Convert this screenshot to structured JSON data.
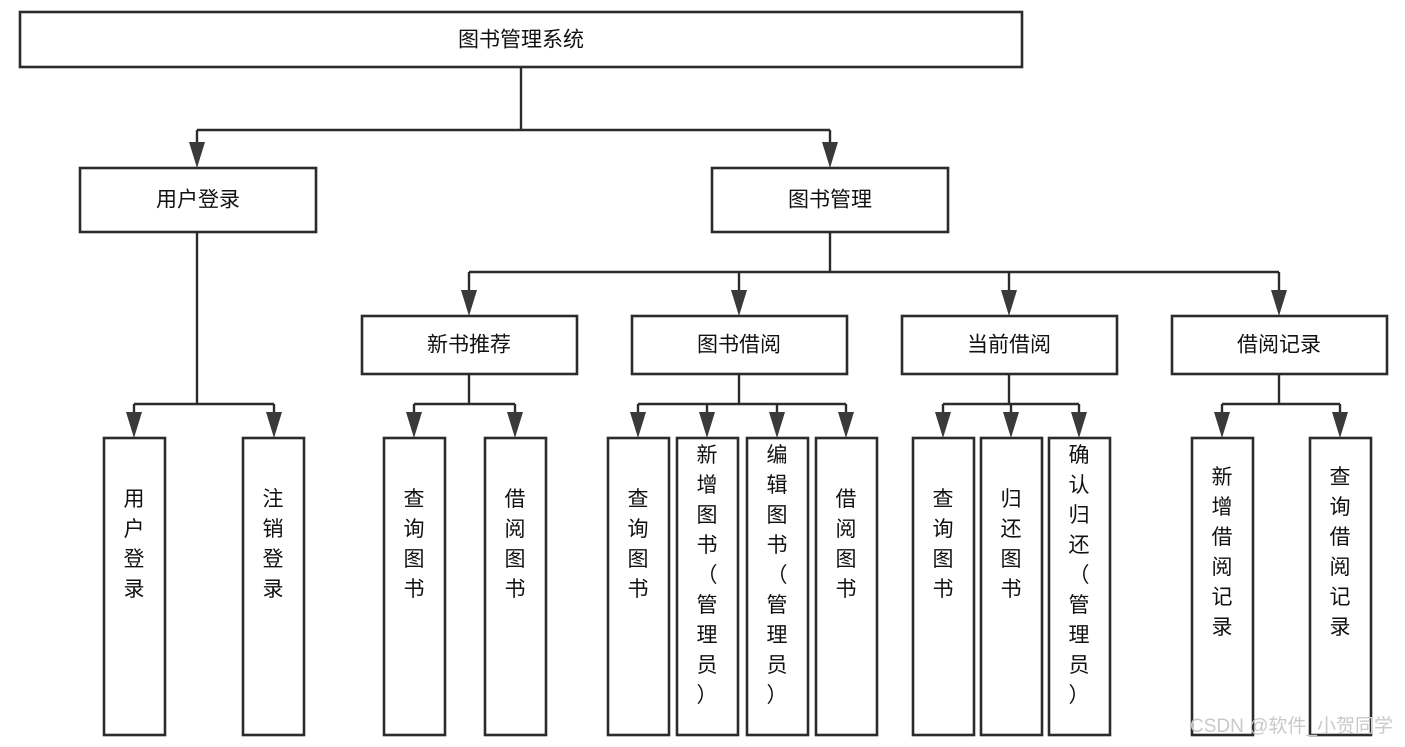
{
  "diagram": {
    "title": "图书管理系统",
    "type": "hierarchy-tree",
    "root": {
      "id": "root",
      "label": "图书管理系统",
      "level": 1
    },
    "level2": [
      {
        "id": "user-login",
        "label": "用户登录"
      },
      {
        "id": "book-manage",
        "label": "图书管理"
      }
    ],
    "level3": [
      {
        "id": "new-book-rec",
        "label": "新书推荐",
        "parent": "book-manage"
      },
      {
        "id": "book-borrow",
        "label": "图书借阅",
        "parent": "book-manage"
      },
      {
        "id": "current-borrow",
        "label": "当前借阅",
        "parent": "book-manage"
      },
      {
        "id": "borrow-record",
        "label": "借阅记录",
        "parent": "book-manage"
      }
    ],
    "leaves": {
      "user-login": [
        {
          "id": "leaf-user-login",
          "label": "用户登录"
        },
        {
          "id": "leaf-logout-login",
          "label": "注销登录"
        }
      ],
      "new-book-rec": [
        {
          "id": "leaf-query-book-1",
          "label": "查询图书"
        },
        {
          "id": "leaf-borrow-book-1",
          "label": "借阅图书"
        }
      ],
      "book-borrow": [
        {
          "id": "leaf-query-book-2",
          "label": "查询图书"
        },
        {
          "id": "leaf-add-book",
          "label": "新增图书（管理员）"
        },
        {
          "id": "leaf-edit-book",
          "label": "编辑图书（管理员）"
        },
        {
          "id": "leaf-borrow-book-2",
          "label": "借阅图书"
        }
      ],
      "current-borrow": [
        {
          "id": "leaf-query-book-3",
          "label": "查询图书"
        },
        {
          "id": "leaf-return-book",
          "label": "归还图书"
        },
        {
          "id": "leaf-confirm-return",
          "label": "确认归还（管理员）"
        }
      ],
      "borrow-record": [
        {
          "id": "leaf-add-record",
          "label": "新增借阅记录"
        },
        {
          "id": "leaf-query-record",
          "label": "查询借阅记录"
        }
      ]
    }
  },
  "watermark": {
    "text": "CSDN @软件_小贺同学"
  },
  "colors": {
    "background": "#ffffff",
    "box_stroke": "#2b2b2b",
    "box_fill": "#ffffff",
    "connector": "#2b2b2b",
    "text": "#111111",
    "watermark": "#c9c9c9"
  }
}
